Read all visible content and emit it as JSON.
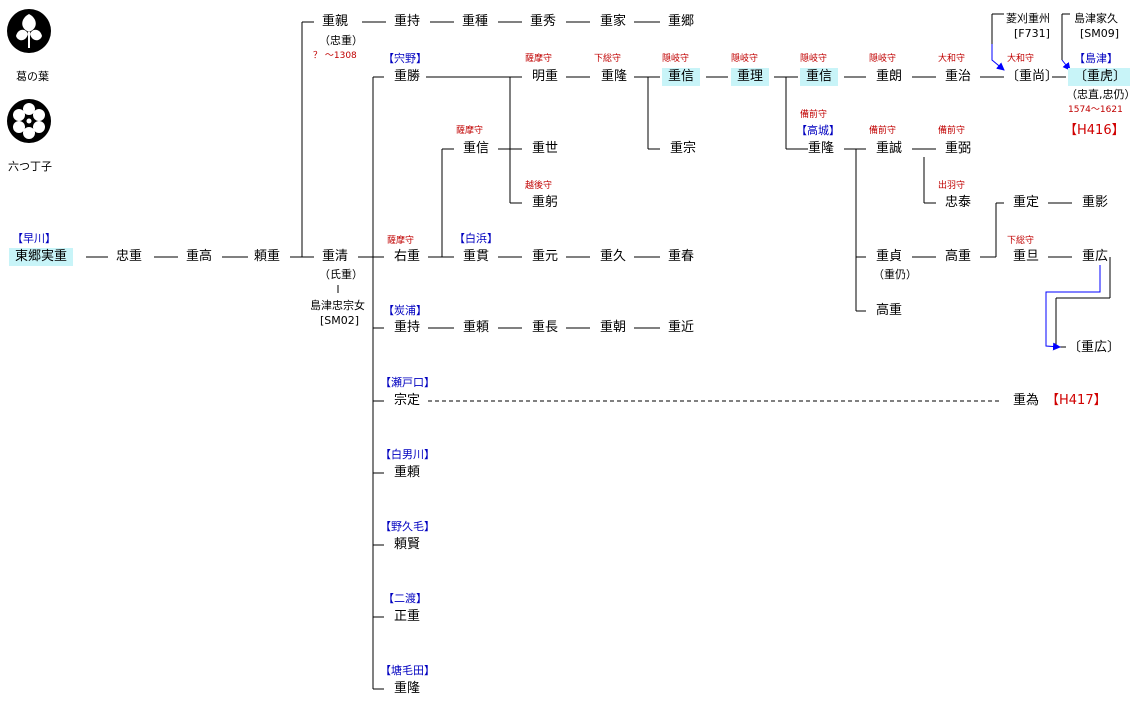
{
  "crests": {
    "kuzu": {
      "label": "葛の葉",
      "icon": "kuzu-leaf-crest-icon"
    },
    "choji": {
      "label": "六つ丁子",
      "icon": "six-clove-crest-icon"
    }
  },
  "colors": {
    "title": "#c00000",
    "clan": "#0000c0",
    "reference": "#d00000",
    "highlight": "#c8f4f8",
    "arrow": "#0000ff"
  },
  "nodes": {
    "saneshige": {
      "clan": "【早川】",
      "name": "東郷実重"
    },
    "tadashige": {
      "name": "忠重"
    },
    "shigetaka": {
      "name": "重高"
    },
    "yorishige": {
      "name": "頼重"
    },
    "shigechika": {
      "name": "重親",
      "alias": "（忠重）",
      "years": "？ ～1308"
    },
    "shigemochi": {
      "name": "重持"
    },
    "shigetane": {
      "name": "重種"
    },
    "shigehide": {
      "name": "重秀"
    },
    "shigeie": {
      "name": "重家"
    },
    "shigesato": {
      "name": "重郷"
    },
    "shigekiyo": {
      "name": "重清",
      "alias": "（氏重）"
    },
    "wife": {
      "name": "島津忠宗女",
      "ref": "[SM02]"
    },
    "shigekatsu": {
      "clan": "【宍野】",
      "name": "重勝"
    },
    "shigeaki": {
      "title": "薩摩守",
      "name": "明重"
    },
    "shigetaka2": {
      "title": "下総守",
      "name": "重隆"
    },
    "shigenobu1": {
      "title": "隠岐守",
      "name": "重信"
    },
    "shigemasa": {
      "title": "隠岐守",
      "name": "重理"
    },
    "shigenobu2": {
      "title": "隠岐守",
      "name": "重信"
    },
    "shigeaki2": {
      "title": "隠岐守",
      "name": "重朗"
    },
    "shigeharu": {
      "title": "大和守",
      "name": "重治"
    },
    "shigehisa": {
      "title": "大和守",
      "name": "〔重尚〕"
    },
    "shigetora": {
      "clan": "【島津】",
      "name": "〔重虎〕",
      "alias": "（忠直,忠仍）",
      "years": "1574～1621",
      "ref": "【H416】"
    },
    "hishikari": {
      "name": "菱刈重州",
      "ref": "[F731]"
    },
    "iehisa": {
      "name": "島津家久",
      "ref": "[SM09]"
    },
    "shigemune": {
      "name": "重宗"
    },
    "shigenobu_r": {
      "title": "薩摩守",
      "name": "重信"
    },
    "shigeyo": {
      "name": "重世"
    },
    "shigemi": {
      "title": "越後守",
      "name": "重躬"
    },
    "ushige": {
      "title": "薩摩守",
      "name": "右重"
    },
    "shigenuki": {
      "clan": "【白浜】",
      "name": "重貫"
    },
    "shigemoto": {
      "name": "重元"
    },
    "shigehisa2": {
      "name": "重久"
    },
    "shigeharu2": {
      "name": "重春"
    },
    "shigetaka3": {
      "title": "備前守",
      "clan": "【高城】",
      "name": "重隆"
    },
    "shigenobu3": {
      "title": "備前守",
      "name": "重誠"
    },
    "shigehitsu": {
      "title": "備前守",
      "name": "重弼"
    },
    "tadayasu": {
      "title": "出羽守",
      "name": "忠泰"
    },
    "shigesada": {
      "name": "重定"
    },
    "shigekage": {
      "name": "重影"
    },
    "shigesada2": {
      "name": "重貞",
      "alias": "（重仍）"
    },
    "takashige": {
      "name": "高重"
    },
    "shigetan": {
      "title": "下総守",
      "name": "重旦"
    },
    "shigehiro": {
      "name": "重広"
    },
    "shigehiro2": {
      "name": "〔重広〕"
    },
    "takashige2": {
      "name": "高重"
    },
    "shigemochi2": {
      "clan": "【炭浦】",
      "name": "重持"
    },
    "shigeyori": {
      "name": "重頼"
    },
    "shigenaga": {
      "name": "重長"
    },
    "shigetomo": {
      "name": "重朝"
    },
    "shigechika2": {
      "name": "重近"
    },
    "munesada": {
      "clan": "【瀬戸口】",
      "name": "宗定"
    },
    "shigetame": {
      "name": "重為",
      "ref": "【H417】"
    },
    "shigeyori2": {
      "clan": "【白男川】",
      "name": "重頼"
    },
    "yorikata": {
      "clan": "【野久毛】",
      "name": "頼賢"
    },
    "masashige": {
      "clan": "【二渡】",
      "name": "正重"
    },
    "shigetaka4": {
      "clan": "【塘毛田】",
      "name": "重隆"
    }
  }
}
